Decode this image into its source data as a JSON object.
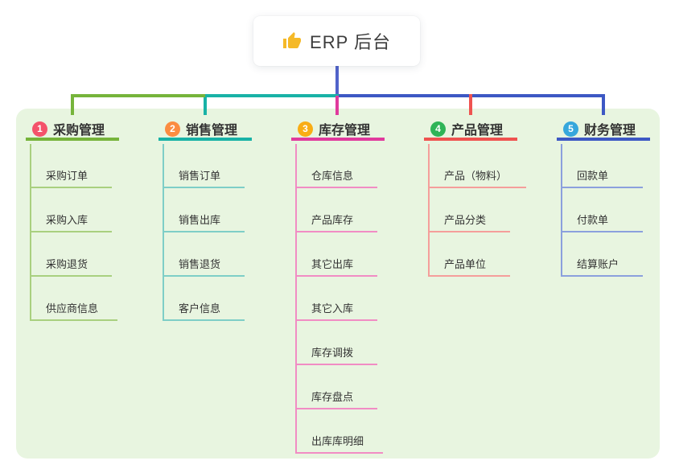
{
  "root": {
    "label": "ERP 后台",
    "icon": "thumbs-up-icon"
  },
  "root_line_color": "#5163ca",
  "panel_bg": "#e8f5e0",
  "branches": [
    {
      "number": "1",
      "label": "采购管理",
      "badge_color": "#f4526a",
      "color": "#76b43b",
      "light_color": "#a9d07f",
      "children": [
        "采购订单",
        "采购入库",
        "采购退货",
        "供应商信息"
      ]
    },
    {
      "number": "2",
      "label": "销售管理",
      "badge_color": "#fb8c41",
      "color": "#18b2a6",
      "light_color": "#7ecec7",
      "children": [
        "销售订单",
        "销售出库",
        "销售退货",
        "客户信息"
      ]
    },
    {
      "number": "3",
      "label": "库存管理",
      "badge_color": "#f9ad15",
      "color": "#e03a9d",
      "light_color": "#f18cc4",
      "children": [
        "仓库信息",
        "产品库存",
        "其它出库",
        "其它入库",
        "库存调拨",
        "库存盘点",
        "出库库明细"
      ]
    },
    {
      "number": "4",
      "label": "产品管理",
      "badge_color": "#2fb457",
      "color": "#ef5350",
      "light_color": "#f59e9b",
      "children": [
        "产品（物料）",
        "产品分类",
        "产品单位"
      ]
    },
    {
      "number": "5",
      "label": "财务管理",
      "badge_color": "#36a7dc",
      "color": "#3d58c4",
      "light_color": "#8ba0dd",
      "children": [
        "回款单",
        "付款单",
        "结算账户"
      ]
    }
  ]
}
